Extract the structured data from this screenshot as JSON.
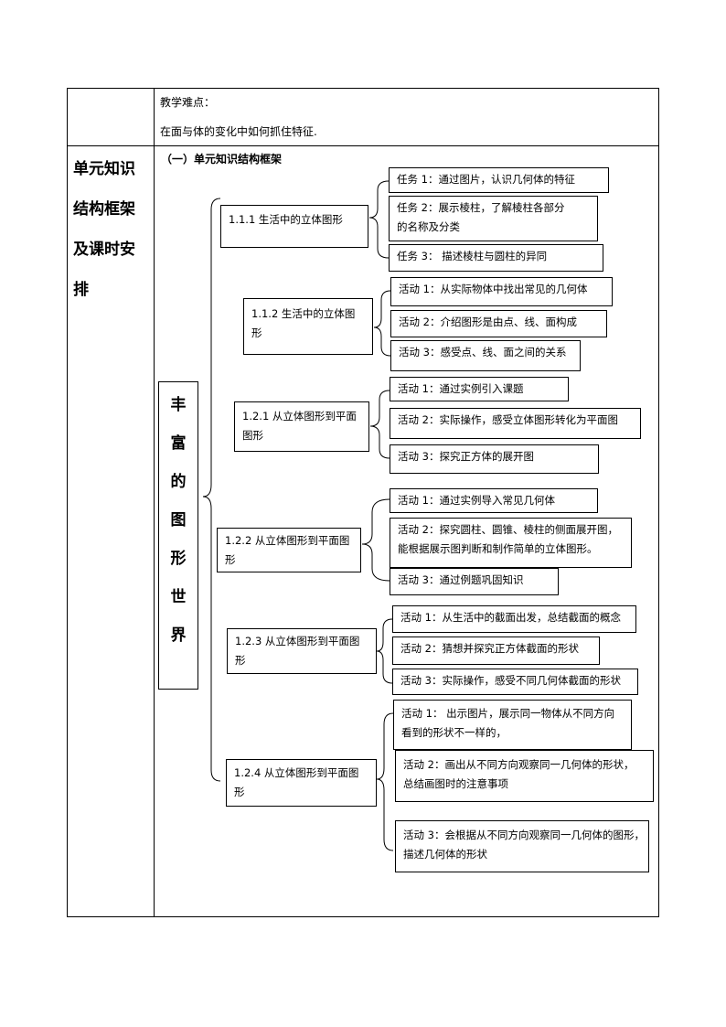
{
  "difficulty": {
    "label": "教学难点：",
    "text": "在面与体的变化中如何抓住特征."
  },
  "section": {
    "title_lines": [
      "单元知识",
      "结构框架",
      "及课时安",
      "排"
    ],
    "heading": "（一）单元知识结构框架"
  },
  "root_chars": [
    "丰",
    "富",
    "的",
    "图",
    "形",
    "世",
    "界"
  ],
  "groups": [
    {
      "lines": [
        "1.1.1 生活中的立体图形"
      ],
      "items": [
        {
          "lines": [
            "任务 1：通过图片，认识几何体的特征"
          ]
        },
        {
          "lines": [
            "任务 2：展示棱柱，了解棱柱各部分",
            "的名称及分类"
          ]
        },
        {
          "lines": [
            "任务 3： 描述棱柱与圆柱的异同"
          ]
        }
      ]
    },
    {
      "lines": [
        "1.1.2 生活中的立体图",
        "形"
      ],
      "items": [
        {
          "lines": [
            "活动 1：从实际物体中找出常见的几何体"
          ]
        },
        {
          "lines": [
            "活动 2：介绍图形是由点、线、面构成"
          ]
        },
        {
          "lines": [
            "活动 3：感受点、线、面之间的关系"
          ]
        }
      ]
    },
    {
      "lines": [
        "1.2.1 从立体图形到平面",
        "图形"
      ],
      "items": [
        {
          "lines": [
            "活动 1：通过实例引入课题"
          ]
        },
        {
          "lines": [
            "活动 2：实际操作，感受立体图形转化为平面图"
          ]
        },
        {
          "lines": [
            "活动 3：探究正方体的展开图"
          ]
        }
      ]
    },
    {
      "lines": [
        "1.2.2 从立体图形到平面图",
        "形"
      ],
      "items": [
        {
          "lines": [
            "活动 1：通过实例导入常见几何体"
          ]
        },
        {
          "lines": [
            "活动 2：探究圆柱、圆锥、棱柱的侧面展开图，",
            "能根据展示图判断和制作简单的立体图形。"
          ]
        },
        {
          "lines": [
            "活动 3：通过例题巩固知识"
          ]
        }
      ]
    },
    {
      "lines": [
        "1.2.3 从立体图形到平面图",
        "形"
      ],
      "items": [
        {
          "lines": [
            "活动 1：从生活中的截面出发，总结截面的概念"
          ]
        },
        {
          "lines": [
            "活动 2：猜想并探究正方体截面的形状"
          ]
        },
        {
          "lines": [
            "活动 3：实际操作，感受不同几何体截面的形状"
          ]
        }
      ]
    },
    {
      "lines": [
        "1.2.4   从立体图形到平面图",
        "形"
      ],
      "items": [
        {
          "lines": [
            "活动 1： 出示图片，展示同一物体从不同方向",
            "看到的形状不一样的，"
          ]
        },
        {
          "lines": [
            "活动 2：画出从不同方向观察同一几何体的形状，",
            "总结画图时的注意事项"
          ]
        },
        {
          "lines": [
            "活动 3：会根据从不同方向观察同一几何体的图形，",
            "描述几何体的形状"
          ]
        }
      ]
    }
  ]
}
